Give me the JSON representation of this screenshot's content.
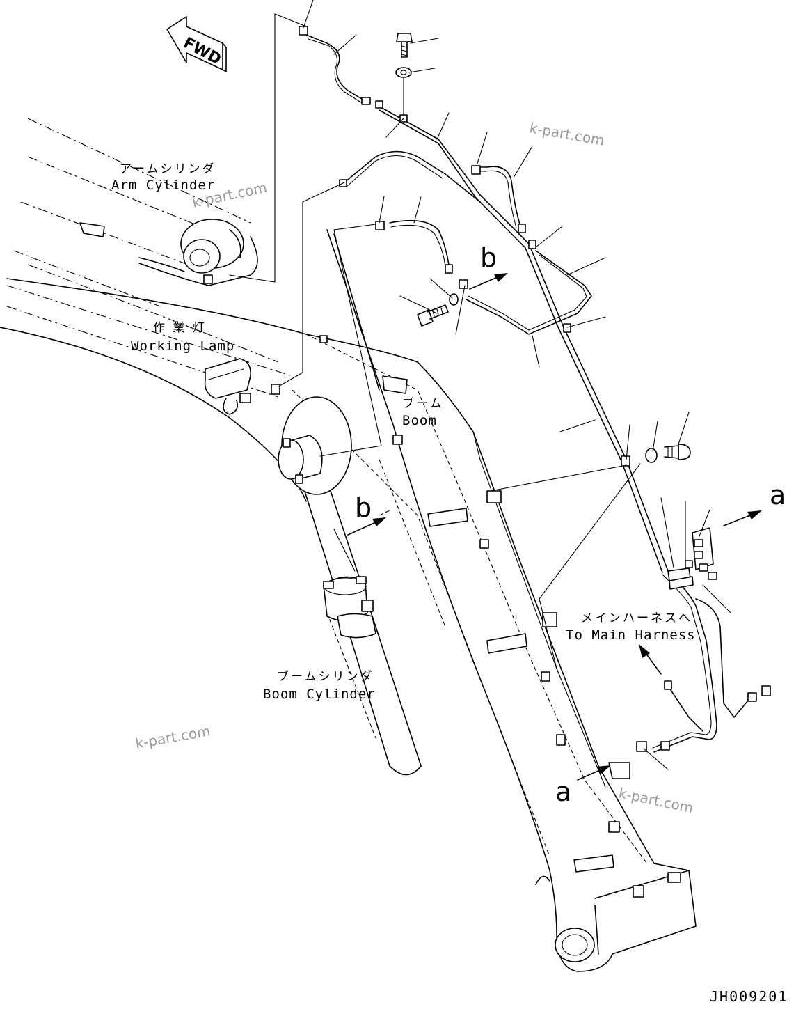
{
  "labels": {
    "arm_cylinder_jp": "アームシリンダ",
    "arm_cylinder_en": "Arm Cylinder",
    "working_lamp_jp": "作 業 灯",
    "working_lamp_en": "Working Lamp",
    "boom_jp": "ブーム",
    "boom_en": "Boom",
    "boom_cylinder_jp": "ブームシリンダ",
    "boom_cylinder_en": "Boom Cylinder",
    "main_harness_jp": "メインハーネスへ",
    "main_harness_en": "To Main Harness",
    "fwd": "FWD",
    "view_a": "a",
    "view_b": "b",
    "drawing_code": "JH009201"
  },
  "watermarks": {
    "text": "k-part.com"
  }
}
